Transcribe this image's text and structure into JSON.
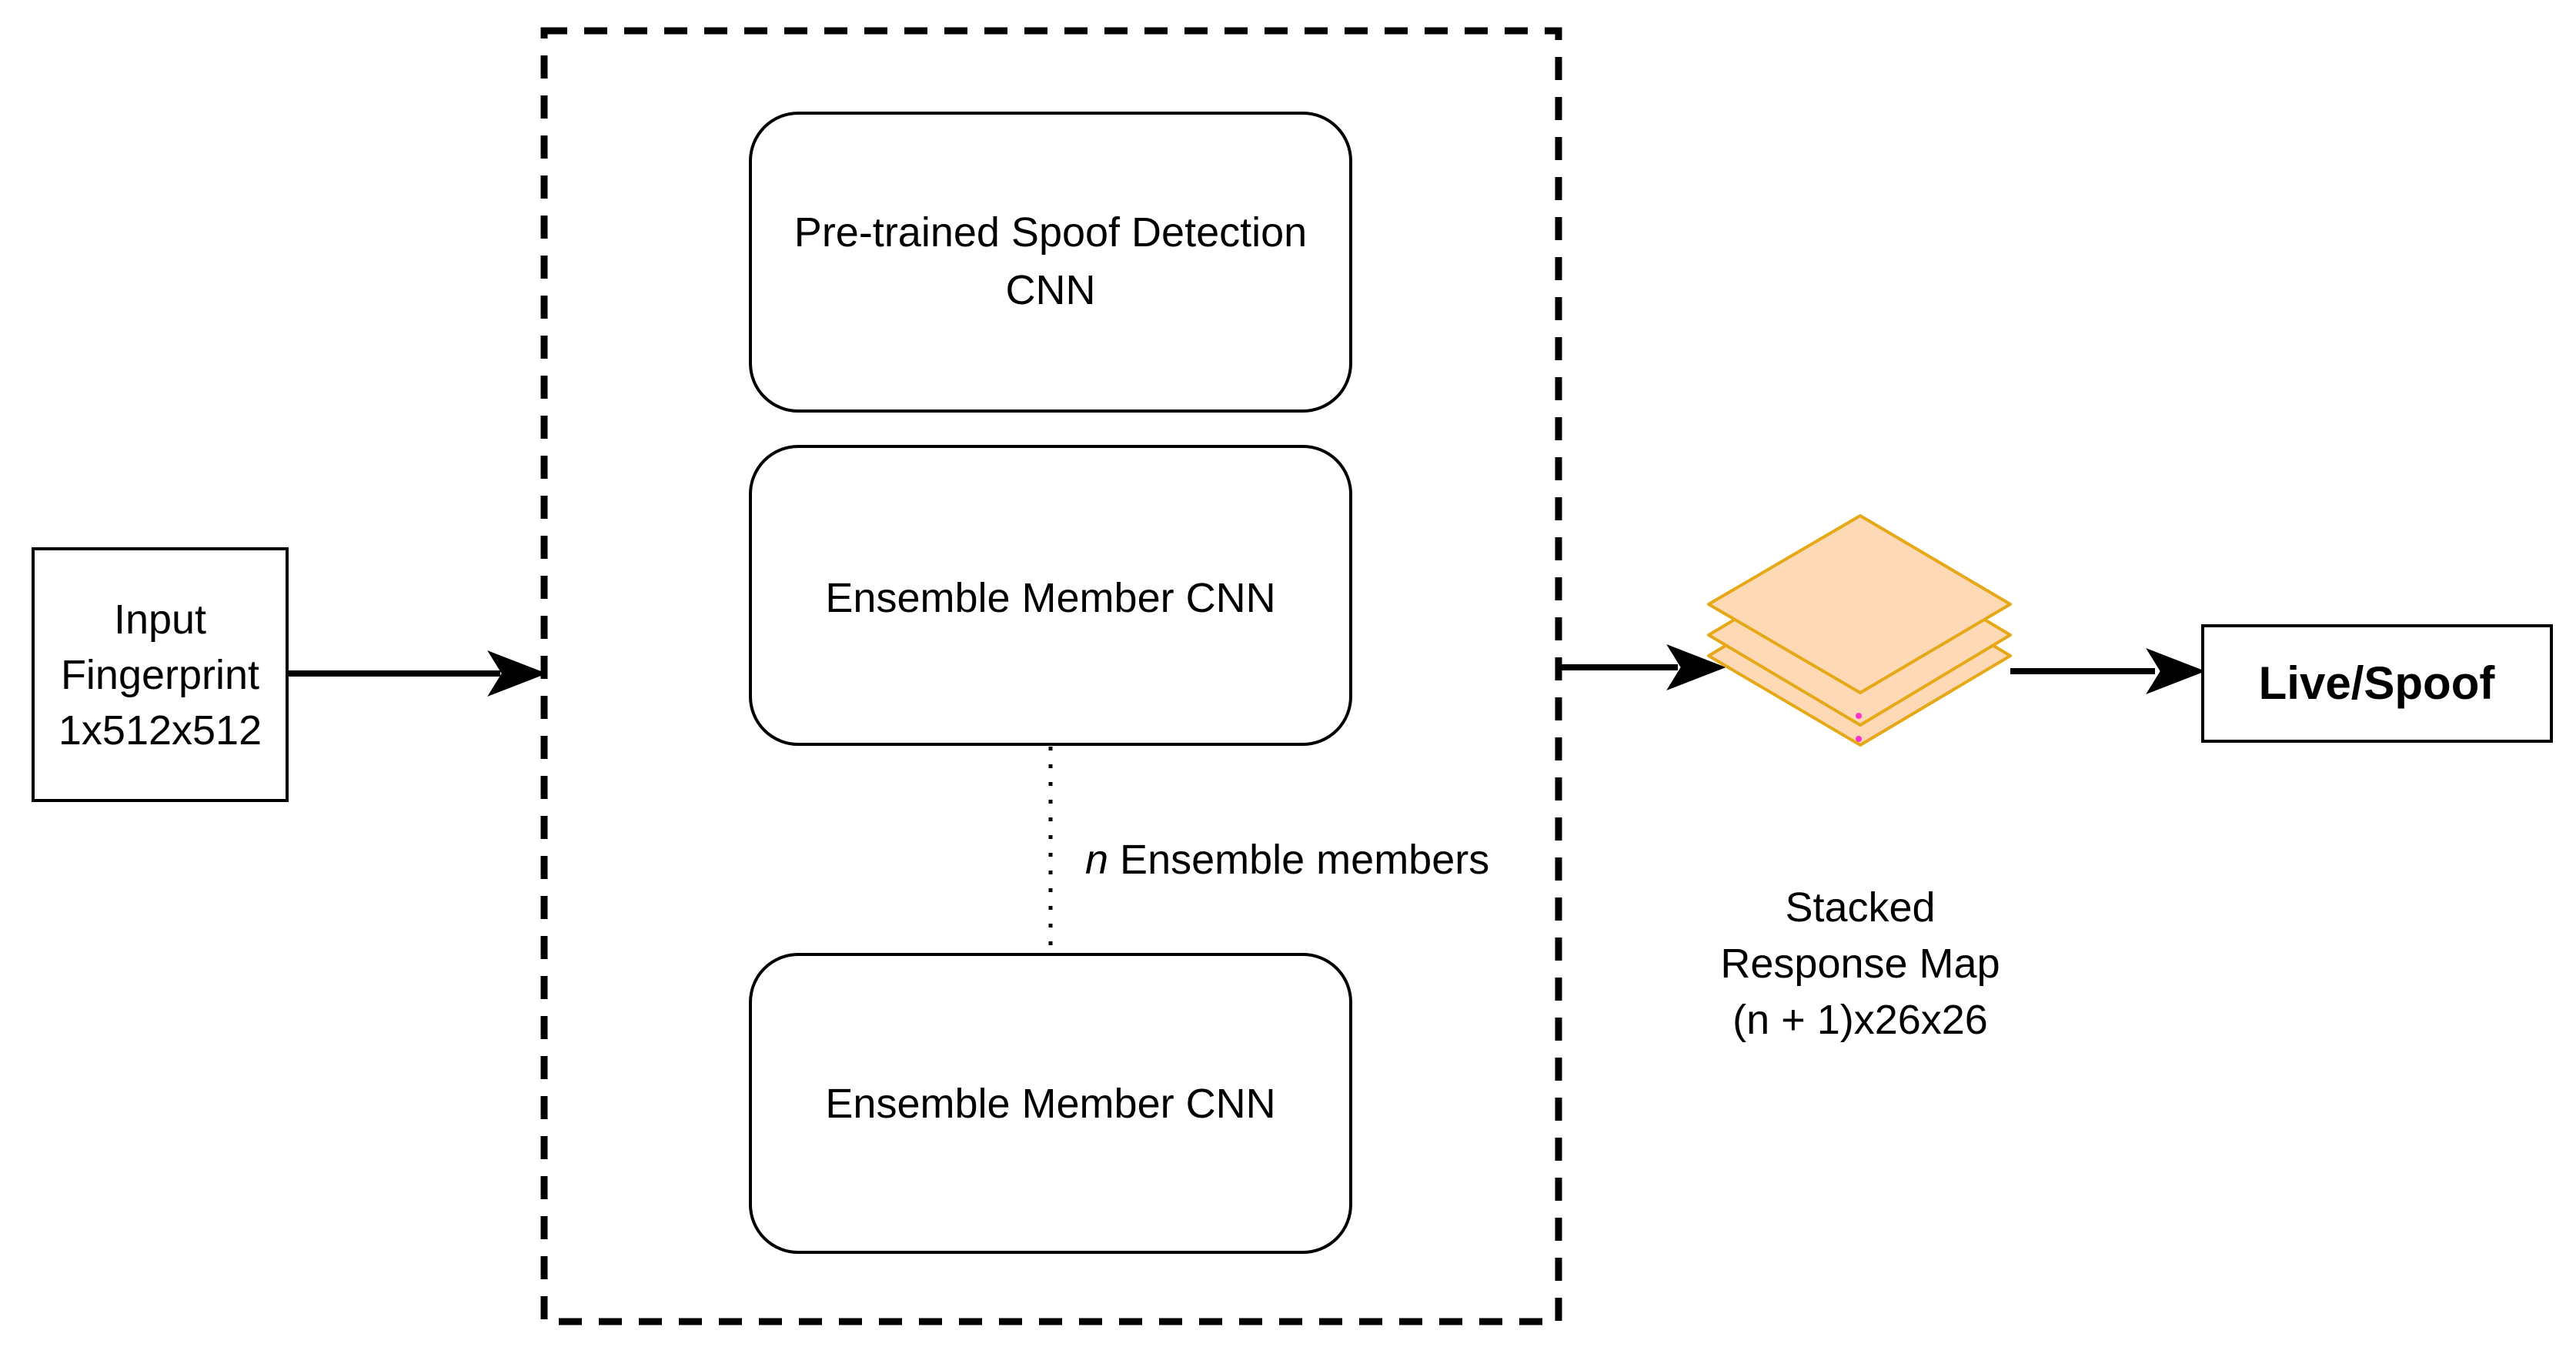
{
  "input": {
    "line1": "Input",
    "line2": "Fingerprint",
    "line3": "1x512x512"
  },
  "ensemble": {
    "pretrained_line1": "Pre-trained Spoof Detection",
    "pretrained_line2": "CNN",
    "member1": "Ensemble Member CNN",
    "member2": "Ensemble Member CNN",
    "n_label_var": "n",
    "n_label_text": " Ensemble members"
  },
  "stack": {
    "line1": "Stacked",
    "line2": "Response Map",
    "line3": "(n + 1)x26x26"
  },
  "output": {
    "label": "Live/Spoof"
  },
  "colors": {
    "stack_fill": "#fdd9b5",
    "stack_stroke": "#e6a817",
    "dots": "#ff33cc"
  }
}
